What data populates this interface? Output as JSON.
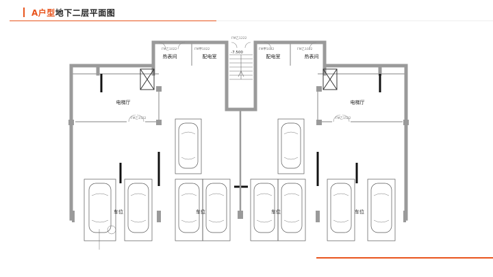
{
  "title": {
    "prefix": "A户型",
    "rest": "地下二层平面图"
  },
  "rooms": {
    "heat_left": "热表间",
    "power_left": "配电室",
    "power_right": "配电室",
    "heat_right": "热表间",
    "lobby_left": "电梯厅",
    "lobby_right": "电梯厅",
    "parking_1": "车位",
    "parking_2": "车位",
    "parking_3": "车位",
    "parking_4": "车位"
  },
  "door_tags": {
    "fm1022_a": "FM乙1022",
    "fm1022_b": "FM甲1022",
    "fm1222": "FM乙1222",
    "fm1022_c": "FM甲1022",
    "fm1022_d": "FM乙1022",
    "fm1522_left": "FM乙1522",
    "fm1522_right": "FM乙1522"
  },
  "level": "-7.500",
  "colors": {
    "accent": "#e8531b",
    "wall": "#9a9a9a",
    "line": "#555555"
  }
}
